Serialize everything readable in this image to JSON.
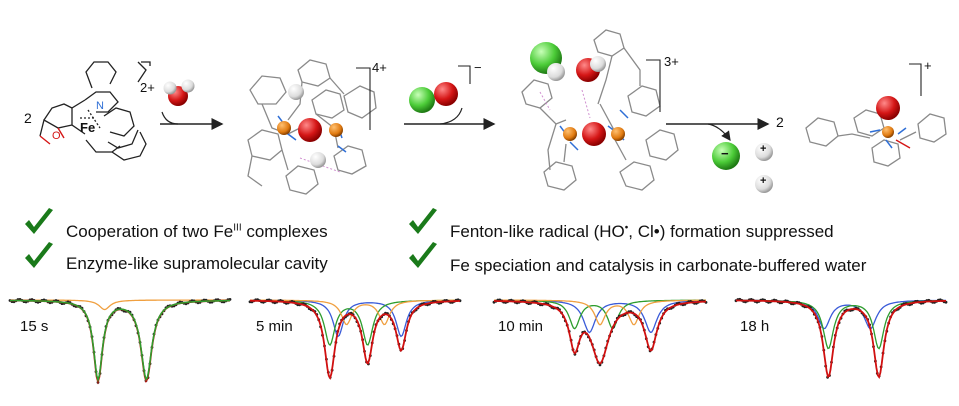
{
  "reaction_scheme": {
    "coefficient_left": "2",
    "coefficient_right": "2",
    "charge_monomer": "2+",
    "charge_dimer_cavity": "4+",
    "charge_hypochlorite": "−",
    "charge_dimer_adduct": "3+",
    "charge_product": "+",
    "atom_label_fe": "Fe",
    "atom_label_n": "N",
    "atom_label_o": "O",
    "ion_label_minus": "−",
    "ion_label_plus": "+"
  },
  "features": {
    "items": [
      {
        "label": "Cooperation of two Fe",
        "sup": "III",
        "label_tail": " complexes"
      },
      {
        "label": "Enzyme-like supramolecular cavity",
        "sup": "",
        "label_tail": ""
      },
      {
        "label": "Fenton-like radical (HO",
        "sup": "•",
        "label_tail": ", Cl•) formation suppressed"
      },
      {
        "label": "Fe speciation and catalysis in carbonate-buffered water",
        "sup": "",
        "label_tail": ""
      }
    ]
  },
  "spectra": {
    "panels": [
      {
        "time_label": "15 s"
      },
      {
        "time_label": "5 min"
      },
      {
        "time_label": "10 min"
      },
      {
        "time_label": "18 h"
      }
    ]
  },
  "colors": {
    "check": "#1a7a1a",
    "oxygen": "#d51616",
    "chlorine": "#4ccc38",
    "iron": "#e07a10",
    "nitrogen": "#2f6fd6",
    "bond": "#8a8a8a",
    "fit_red": "#d01010",
    "fit_green": "#2e9d2e",
    "fit_blue": "#3a5bd8",
    "fit_orange": "#f0a040"
  }
}
